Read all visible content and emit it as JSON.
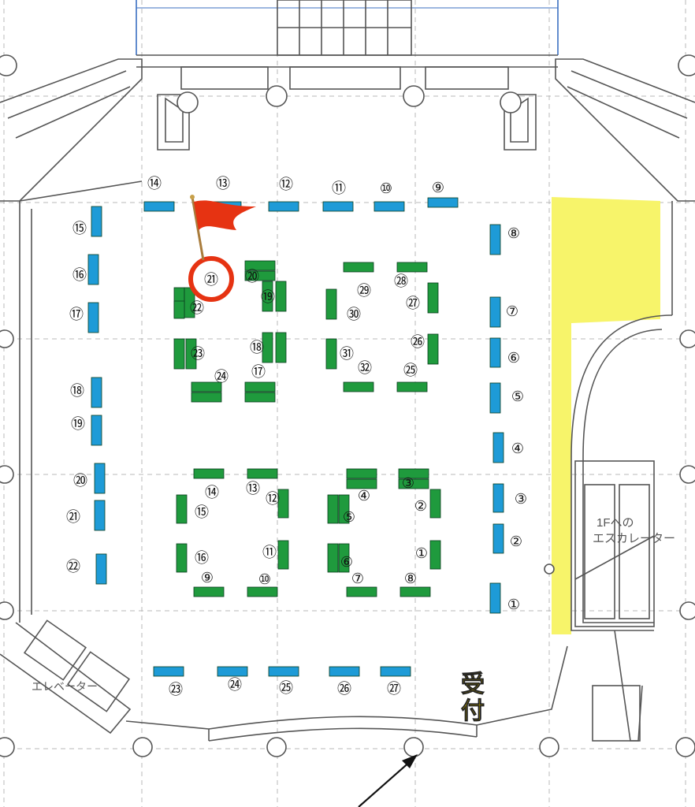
{
  "labels": {
    "escalator_to_1f": [
      "1Fへの",
      "エスカレーター"
    ],
    "elevator": "エレベーター",
    "reception": [
      "受",
      "付"
    ]
  },
  "colors": {
    "background": "#ffffff",
    "wall": "#555555",
    "grid": "#b8b8b8",
    "blue_booth": "#1e9bd7",
    "green_booth": "#1f9a3d",
    "highlight_zone": "#f7f46a",
    "marker": "#e63312",
    "reception_text": "#b8a000",
    "top_edge": "#3b6fc2"
  },
  "marker": {
    "icon": "red-flag-icon",
    "circled_booth": "㉑"
  },
  "blue_booths": [
    {
      "label": "①"
    },
    {
      "label": "②"
    },
    {
      "label": "③"
    },
    {
      "label": "④"
    },
    {
      "label": "⑤"
    },
    {
      "label": "⑥"
    },
    {
      "label": "⑦"
    },
    {
      "label": "⑧"
    },
    {
      "label": "⑨"
    },
    {
      "label": "⑩"
    },
    {
      "label": "⑪"
    },
    {
      "label": "⑫"
    },
    {
      "label": "⑬"
    },
    {
      "label": "⑭"
    },
    {
      "label": "⑮"
    },
    {
      "label": "⑯"
    },
    {
      "label": "⑰"
    },
    {
      "label": "⑱"
    },
    {
      "label": "⑲"
    },
    {
      "label": "⑳"
    },
    {
      "label": "㉑"
    },
    {
      "label": "㉒"
    },
    {
      "label": "㉓"
    },
    {
      "label": "㉔"
    },
    {
      "label": "㉕"
    },
    {
      "label": "㉖"
    },
    {
      "label": "㉗"
    }
  ],
  "green_booths": [
    {
      "label": "①"
    },
    {
      "label": "②"
    },
    {
      "label": "③"
    },
    {
      "label": "④"
    },
    {
      "label": "⑤"
    },
    {
      "label": "⑥"
    },
    {
      "label": "⑦"
    },
    {
      "label": "⑧"
    },
    {
      "label": "⑨"
    },
    {
      "label": "⑩"
    },
    {
      "label": "⑪"
    },
    {
      "label": "⑫"
    },
    {
      "label": "⑬"
    },
    {
      "label": "⑭"
    },
    {
      "label": "⑮"
    },
    {
      "label": "⑯"
    },
    {
      "label": "⑰"
    },
    {
      "label": "⑱"
    },
    {
      "label": "⑲"
    },
    {
      "label": "⑳"
    },
    {
      "label": "㉑"
    },
    {
      "label": "㉒"
    },
    {
      "label": "㉓"
    },
    {
      "label": "㉔"
    },
    {
      "label": "㉕"
    },
    {
      "label": "㉖"
    },
    {
      "label": "㉗"
    },
    {
      "label": "㉘"
    },
    {
      "label": "㉙"
    },
    {
      "label": "㉚"
    },
    {
      "label": "㉛"
    },
    {
      "label": "㉜"
    }
  ]
}
